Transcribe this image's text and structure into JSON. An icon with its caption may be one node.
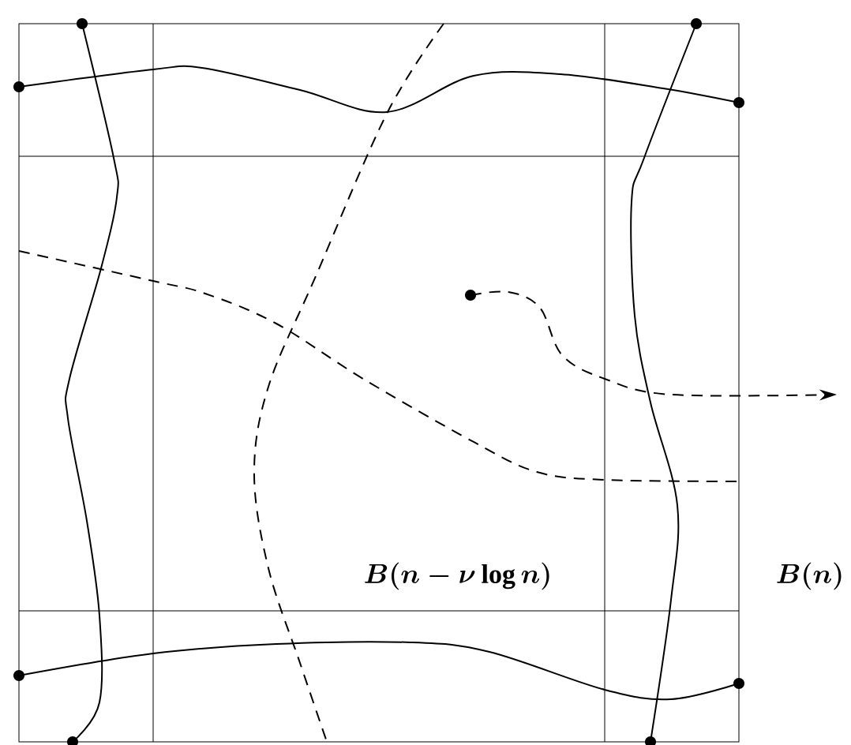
{
  "diagram": {
    "nodes": [
      {
        "text": [
          "B(n)"
        ]
      },
      {
        "text": [
          "B(n-\\nu\\log n)"
        ],
        "in": 0
      },
      {
        "text": [],
        "shape": "circle"
      },
      {
        "text": [],
        "shape": "circle"
      },
      {
        "text": [],
        "shape": "circle"
      },
      {
        "text": [],
        "shape": "circle"
      },
      {
        "text": [],
        "shape": "circle",
        "in": 1
      },
      {
        "text": [],
        "shape": "circle"
      },
      {
        "text": [],
        "shape": "circle"
      },
      {
        "text": [],
        "shape": "circle"
      },
      {
        "text": [],
        "shape": "circle"
      }
    ],
    "edges": [
      {
        "from": 4,
        "to": 5,
        "arrow": "none"
      },
      {
        "from": 2,
        "to": 9,
        "arrow": "none"
      },
      {
        "from": 3,
        "to": 10,
        "arrow": "none"
      },
      {
        "from": 7,
        "to": 8,
        "arrow": "none"
      },
      {
        "from": 6,
        "to": null,
        "arrow": "to",
        "style": "dashed"
      }
    ]
  }
}
